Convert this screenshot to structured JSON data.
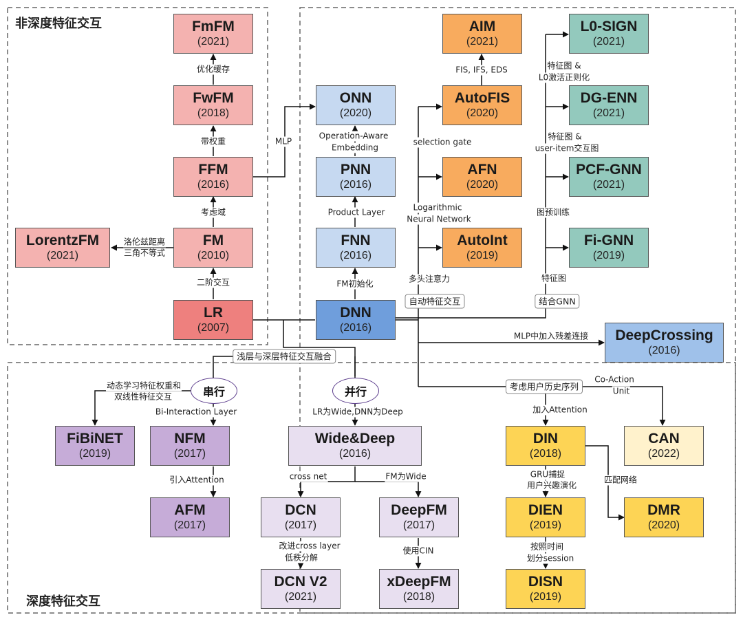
{
  "regions": {
    "non_deep": "非深度特征交互",
    "deep": "深度特征交互"
  },
  "colors": {
    "lr": "#ee807e",
    "fm_family": "#f4b2b0",
    "dnn": "#6f9edc",
    "dnn_family": "#c6d9f1",
    "deepcrossing": "#9fc1ea",
    "autofis_family": "#f8ab5e",
    "graph_family": "#93c9bd",
    "purple_family": "#c6acd8",
    "light_purple": "#e8dff0",
    "din_family": "#fdd455",
    "can": "#fff2cc",
    "pill_border": "#5b3c8c"
  },
  "nodes": {
    "fmfm": {
      "name": "FmFM",
      "year": "(2021)"
    },
    "fwfm": {
      "name": "FwFM",
      "year": "(2018)"
    },
    "ffm": {
      "name": "FFM",
      "year": "(2016)"
    },
    "fm": {
      "name": "FM",
      "year": "(2010)"
    },
    "lr": {
      "name": "LR",
      "year": "(2007)"
    },
    "lorentzfm": {
      "name": "LorentzFM",
      "year": "(2021)"
    },
    "onn": {
      "name": "ONN",
      "year": "(2020)"
    },
    "pnn": {
      "name": "PNN",
      "year": "(2016)"
    },
    "fnn": {
      "name": "FNN",
      "year": "(2016)"
    },
    "dnn": {
      "name": "DNN",
      "year": "(2016)"
    },
    "aim": {
      "name": "AIM",
      "year": "(2021)"
    },
    "autofis": {
      "name": "AutoFIS",
      "year": "(2020)"
    },
    "afn": {
      "name": "AFN",
      "year": "(2020)"
    },
    "autoint": {
      "name": "AutoInt",
      "year": "(2019)"
    },
    "l0sign": {
      "name": "L0-SIGN",
      "year": "(2021)"
    },
    "dgenn": {
      "name": "DG-ENN",
      "year": "(2021)"
    },
    "pcfgnn": {
      "name": "PCF-GNN",
      "year": "(2021)"
    },
    "fig nn": {
      "name": "Fi-GNN",
      "year": "(2019)"
    },
    "deepcrossing": {
      "name": "DeepCrossing",
      "year": "(2016)"
    },
    "fibinet": {
      "name": "FiBiNET",
      "year": "(2019)"
    },
    "nfm": {
      "name": "NFM",
      "year": "(2017)"
    },
    "afm": {
      "name": "AFM",
      "year": "(2017)"
    },
    "widedeep": {
      "name": "Wide&Deep",
      "year": "(2016)"
    },
    "dcn": {
      "name": "DCN",
      "year": "(2017)"
    },
    "deepfm": {
      "name": "DeepFM",
      "year": "(2017)"
    },
    "dcnv2": {
      "name": "DCN V2",
      "year": "(2021)"
    },
    "xdeepfm": {
      "name": "xDeepFM",
      "year": "(2018)"
    },
    "din": {
      "name": "DIN",
      "year": "(2018)"
    },
    "can": {
      "name": "CAN",
      "year": "(2022)"
    },
    "dien": {
      "name": "DIEN",
      "year": "(2019)"
    },
    "dmr": {
      "name": "DMR",
      "year": "(2020)"
    },
    "disn": {
      "name": "DISN",
      "year": "(2019)"
    }
  },
  "pills": {
    "serial": "串行",
    "parallel": "并行"
  },
  "labels": {
    "opt_cache": "优化缓存",
    "weighted": "带权重",
    "consider_field": "考虑域",
    "second_order": "二阶交互",
    "lorentz_1": "洛伦兹距离",
    "lorentz_2": "三角不等式",
    "mlp": "MLP",
    "oae_1": "Operation-Aware",
    "oae_2": "Embedding",
    "product_layer": "Product Layer",
    "fm_init": "FM初始化",
    "fis": "FIS, IFS, EDS",
    "selection_gate": "selection gate",
    "log_1": "Logarithmic",
    "log_2": "Neural Network",
    "multi_head": "多头注意力",
    "auto_cross": "自动特征交互",
    "graph_l0_1": "特征图 &",
    "graph_l0_2": "L0激活正则化",
    "graph_ui_1": "特征图 &",
    "graph_ui_2": "user-item交互图",
    "graph_pretrain": "图预训练",
    "feature_graph": "特征图",
    "with_gnn": "结合GNN",
    "mlp_residual": "MLP中加入残差连接",
    "fusion": "浅层与深层特征交互融合",
    "dyn_1": "动态学习特征权重和",
    "dyn_2": "双线性特征交互",
    "bi_interaction": "Bi-Interaction Layer",
    "lr_wide": "LR为Wide,DNN为Deep",
    "intro_attention": "引入Attention",
    "cross_net": "cross net",
    "fm_wide": "FM为Wide",
    "improve_1": "改进cross layer",
    "improve_2": "低秩分解",
    "use_cin": "使用CIN",
    "user_history": "考虑用户历史序列",
    "co_action_1": "Co-Action",
    "co_action_2": "Unit",
    "add_attention": "加入Attention",
    "gru_1": "GRU捕捉",
    "gru_2": "用户兴趣演化",
    "match_net": "匹配网络",
    "session_1": "按照时间",
    "session_2": "划分session"
  }
}
